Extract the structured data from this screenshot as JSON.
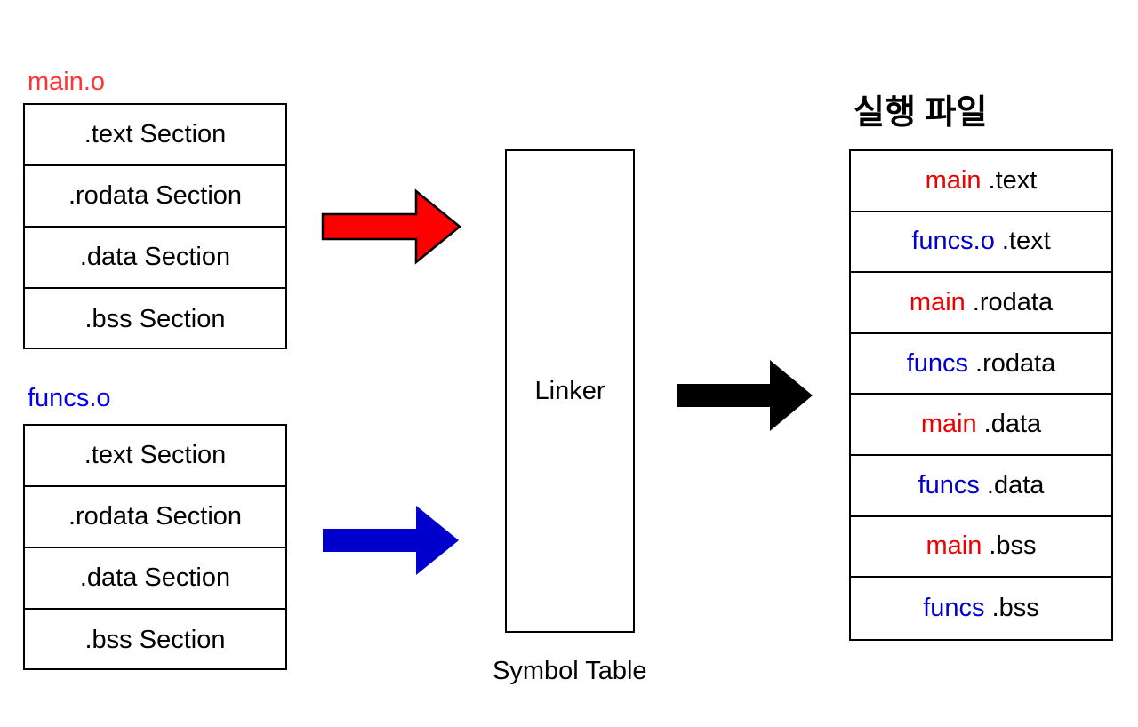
{
  "inputs": {
    "main": {
      "title": "main.o",
      "color": "#ff3333",
      "sections": [
        ".text Section",
        ".rodata Section",
        ".data Section",
        ".bss Section"
      ]
    },
    "funcs": {
      "title": "funcs.o",
      "color": "#0000ee",
      "sections": [
        ".text Section",
        ".rodata Section",
        ".data Section",
        ".bss Section"
      ]
    }
  },
  "linker": {
    "label": "Linker",
    "caption": "Symbol Table"
  },
  "output": {
    "title": "실행 파일",
    "rows": [
      {
        "source": "main",
        "section": ".text",
        "color": "#ee0000"
      },
      {
        "source": "funcs.o",
        "section": ".text",
        "color": "#0000cc"
      },
      {
        "source": "main",
        "section": ".rodata",
        "color": "#ee0000"
      },
      {
        "source": "funcs",
        "section": ".rodata",
        "color": "#0000cc"
      },
      {
        "source": "main",
        "section": ".data",
        "color": "#ee0000"
      },
      {
        "source": "funcs",
        "section": ".data",
        "color": "#0000cc"
      },
      {
        "source": "main",
        "section": ".bss",
        "color": "#ee0000"
      },
      {
        "source": "funcs",
        "section": ".bss",
        "color": "#0000cc"
      }
    ]
  },
  "arrows": {
    "main_to_linker_color": "#ff0000",
    "funcs_to_linker_color": "#0000cc",
    "linker_to_output_color": "#000000"
  }
}
